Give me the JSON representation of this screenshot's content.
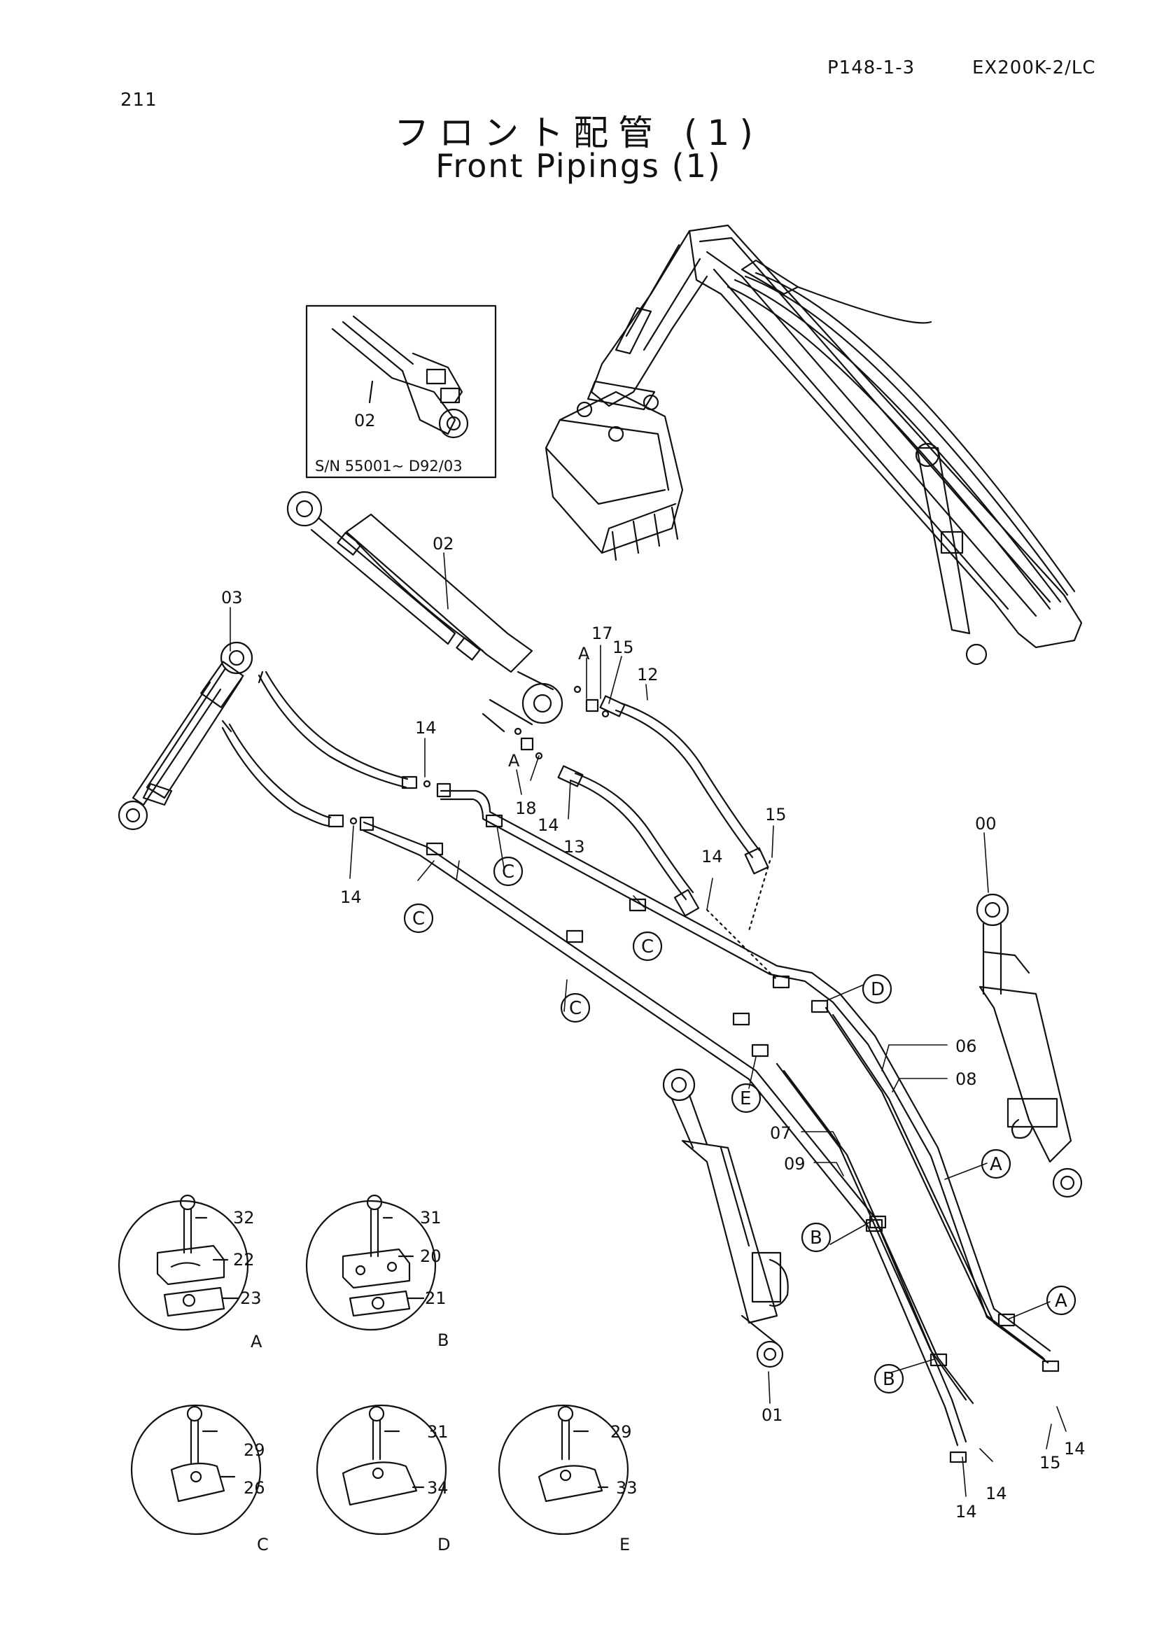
{
  "header": {
    "page_number": "211",
    "ref_code": "P148-1-3",
    "model": "EX200K-2/LC"
  },
  "title": {
    "japanese": "フロント配管 (1)",
    "english": "Front Pipings (1)"
  },
  "inset": {
    "part": "02",
    "serial_note": "S/N 55001~ D92/03"
  },
  "part_labels": {
    "p00": "00",
    "p01": "01",
    "p02": "02",
    "p03": "03",
    "p06": "06",
    "p07": "07",
    "p08": "08",
    "p09": "09",
    "p12": "12",
    "p13": "13",
    "p17": "17",
    "p18": "18",
    "p14a": "14",
    "p14b": "14",
    "p14c": "14",
    "p14d": "14",
    "p14e": "14",
    "p14f": "14",
    "p14g": "14",
    "p15a": "15",
    "p15b": "15",
    "p15c": "15",
    "ptA1": "A",
    "ptA2": "A"
  },
  "clamp_callouts": {
    "c1": "C",
    "c2": "C",
    "c3": "C",
    "c4": "C",
    "d1": "D",
    "e1": "E",
    "a1": "A",
    "a2": "A",
    "b1": "B",
    "b2": "B"
  },
  "detail_views": [
    {
      "view": "A",
      "bolt": "32",
      "upper": "22",
      "lower": "23"
    },
    {
      "view": "B",
      "bolt": "31",
      "upper": "20",
      "lower": "21"
    },
    {
      "view": "C",
      "bolt": "29",
      "clamp": "26"
    },
    {
      "view": "D",
      "bolt": "31",
      "clamp": "34"
    },
    {
      "view": "E",
      "bolt": "29",
      "clamp": "33"
    }
  ]
}
